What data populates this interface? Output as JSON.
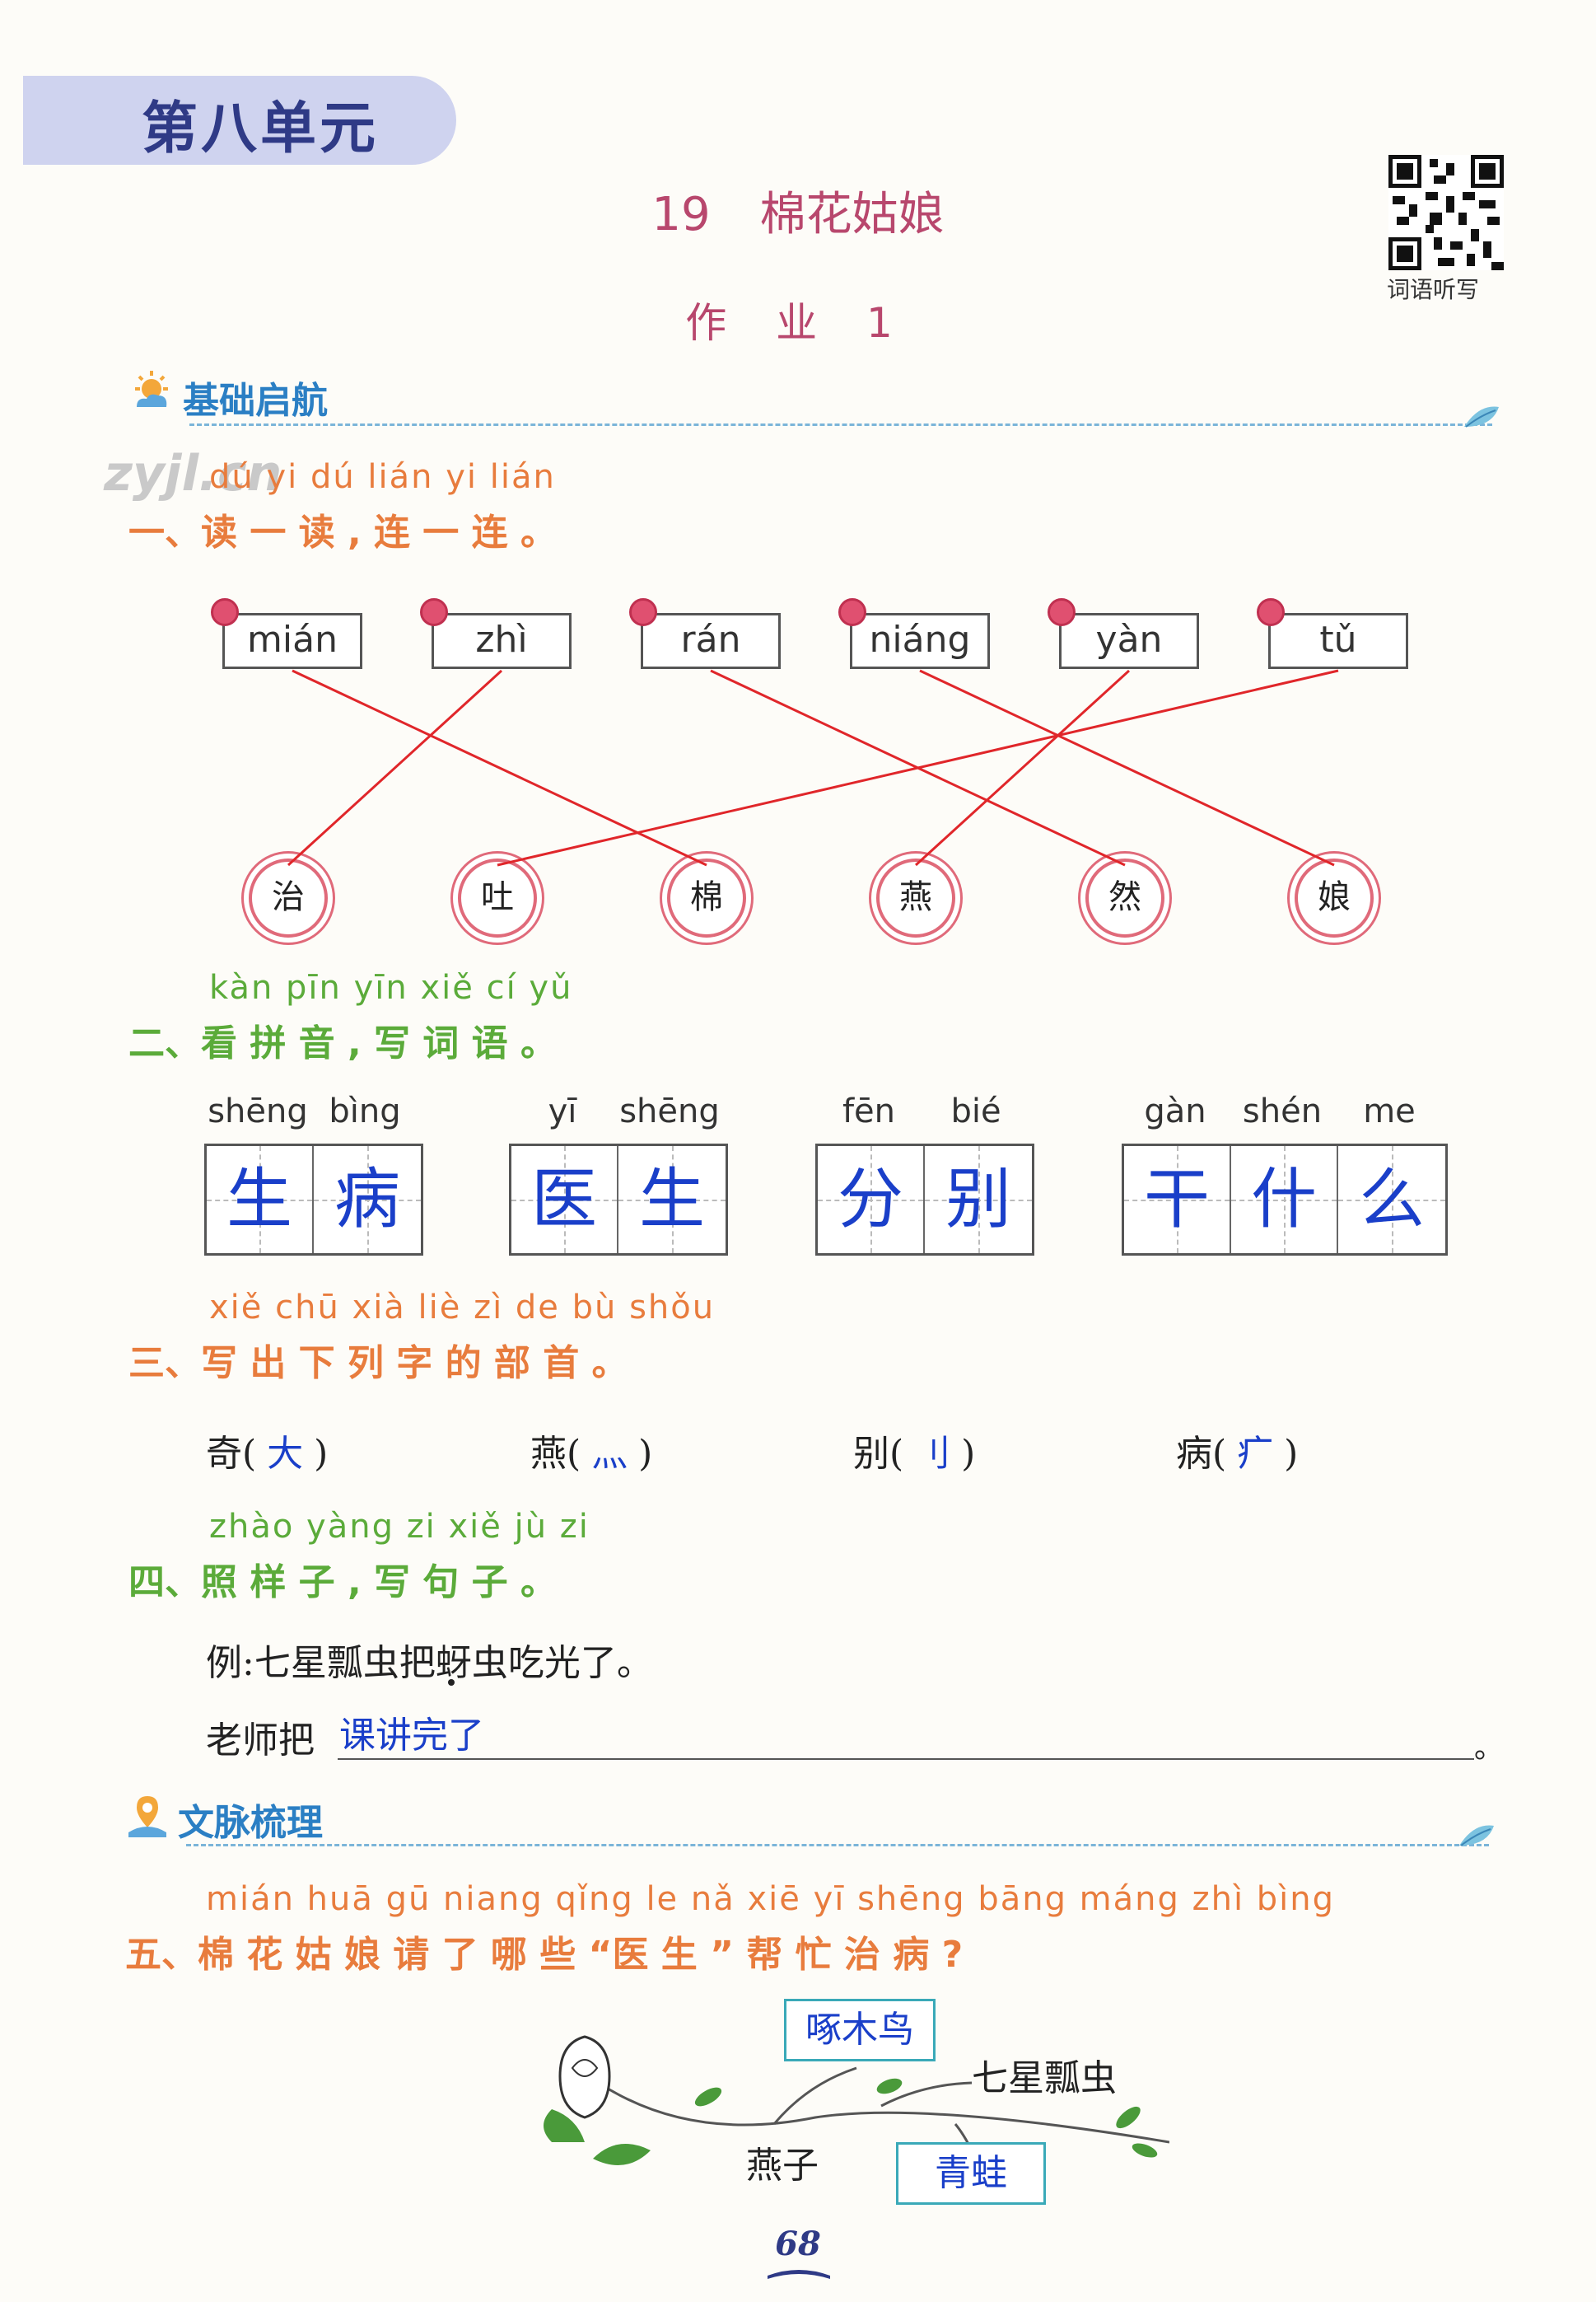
{
  "unit": "第八单元",
  "lesson": {
    "number": "19",
    "title": "棉花姑娘"
  },
  "homework": "作 业 1",
  "qr_caption": "词语听写",
  "watermark": "zyjl.cn",
  "sections": {
    "basic": "基础启航",
    "context": "文脉梳理"
  },
  "q1": {
    "pinyin": "dú yi dú  lián yi lián",
    "text": "一、读 一 读 , 连 一 连 。",
    "pinyin_boxes": [
      "mián",
      "zhì",
      "rán",
      "niáng",
      "yàn",
      "tǔ"
    ],
    "chars": [
      "治",
      "吐",
      "棉",
      "燕",
      "然",
      "娘"
    ],
    "links": [
      [
        0,
        2
      ],
      [
        1,
        0
      ],
      [
        2,
        4
      ],
      [
        3,
        5
      ],
      [
        4,
        3
      ],
      [
        5,
        1
      ]
    ],
    "line_color": "#e0262a"
  },
  "q2": {
    "pinyin": "kàn pīn yīn   xiě cí yǔ",
    "text": "二、看 拼 音 , 写 词 语 。",
    "words": [
      {
        "pinyin": [
          "shēng",
          "bìng"
        ],
        "chars": [
          "生",
          "病"
        ]
      },
      {
        "pinyin": [
          "yī",
          "shēng"
        ],
        "chars": [
          "医",
          "生"
        ]
      },
      {
        "pinyin": [
          "fēn",
          "bié"
        ],
        "chars": [
          "分",
          "别"
        ]
      },
      {
        "pinyin": [
          "gàn",
          "shén",
          "me"
        ],
        "chars": [
          "干",
          "什",
          "么"
        ]
      }
    ]
  },
  "q3": {
    "pinyin": "xiě chū xià liè zì de bù shǒu",
    "text": "三、写 出 下 列 字 的 部 首 。",
    "items": [
      {
        "char": "奇",
        "answer": "大"
      },
      {
        "char": "燕",
        "answer": "灬"
      },
      {
        "char": "别",
        "answer": "刂"
      },
      {
        "char": "病",
        "answer": "疒"
      }
    ]
  },
  "q4": {
    "pinyin": "zhào yàng zi   xiě jù zi",
    "text": "四、照   样  子 , 写 句 子 。",
    "example_label": "例:",
    "example": "七星瓢虫把蚜虫吃光了。",
    "prompt": "老师把",
    "answer": "课讲完了",
    "end": "。"
  },
  "q5": {
    "pinyin": "mián huā gū niang qǐng le nǎ xiē   yī shēng   bāng máng zhì bìng",
    "text": "五、棉  花 姑  娘   请  了 哪 些 “医   生   ” 帮    忙  治  病 ?",
    "labels": [
      "啄木鸟",
      "七星瓢虫",
      "燕子",
      "青蛙"
    ]
  },
  "page_number": "68",
  "colors": {
    "accent": "#e87c3d",
    "pinyin": "#5bab3a",
    "answer": "#1a3fc9",
    "title": "#b8476d"
  }
}
